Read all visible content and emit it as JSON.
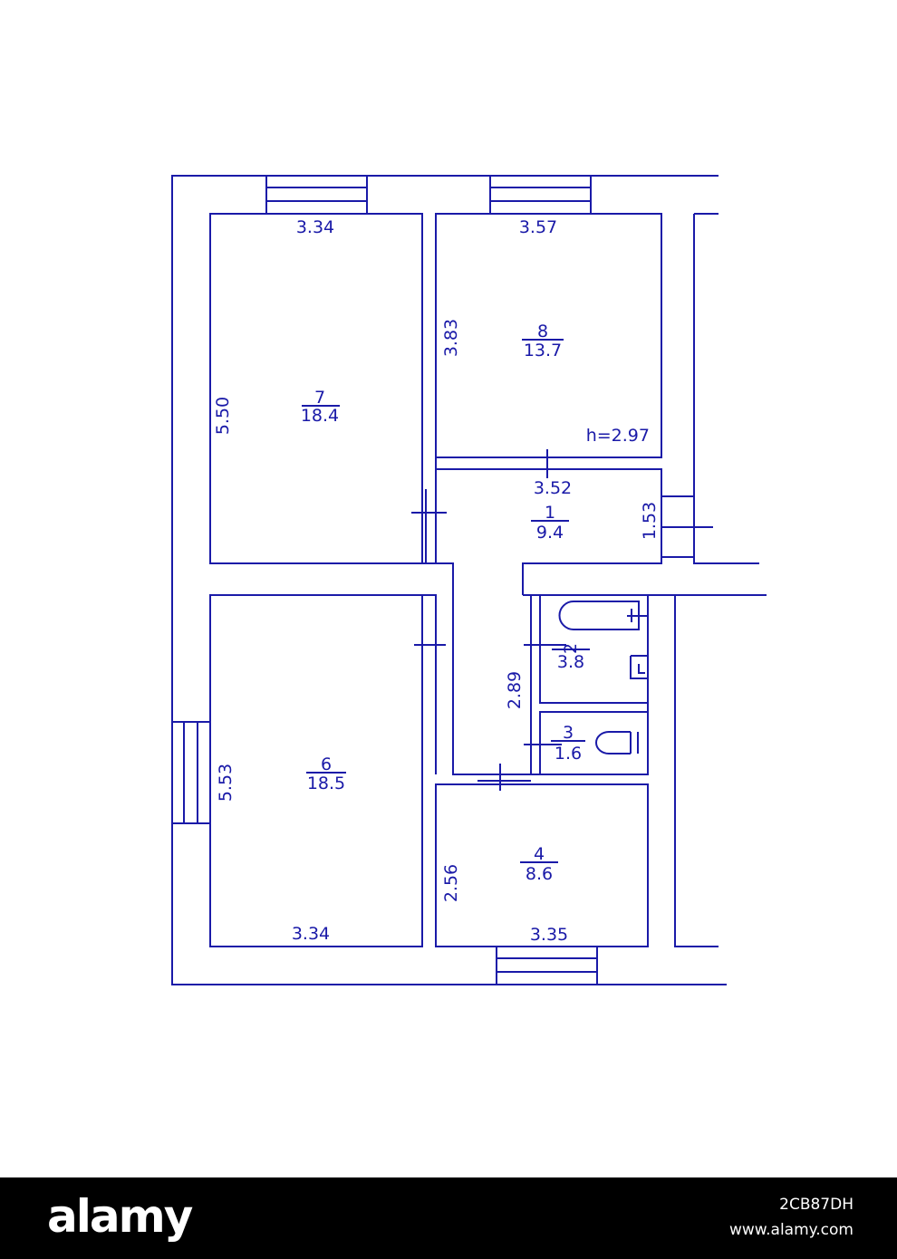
{
  "colors": {
    "line": "#1a1aa8",
    "background": "#ffffff",
    "footer": "#000000"
  },
  "plan": {
    "ceiling_height": "h=2.97",
    "rooms": [
      {
        "number": "7",
        "area": "18.4",
        "width": "3.34",
        "length": "5.50"
      },
      {
        "number": "8",
        "area": "13.7",
        "width": "3.57",
        "length": "3.83"
      },
      {
        "number": "1",
        "area": "9.4",
        "width": "3.52",
        "length": "1.53"
      },
      {
        "number": "2",
        "area": "3.8",
        "length": "2.89"
      },
      {
        "number": "3",
        "area": "1.6"
      },
      {
        "number": "6",
        "area": "18.5",
        "width": "3.34",
        "length": "5.53"
      },
      {
        "number": "4",
        "area": "8.6",
        "width": "3.35",
        "length": "2.56"
      }
    ]
  },
  "footer": {
    "logo": "alamy",
    "image_id": "2CB87DH",
    "site": "www.alamy.com"
  }
}
